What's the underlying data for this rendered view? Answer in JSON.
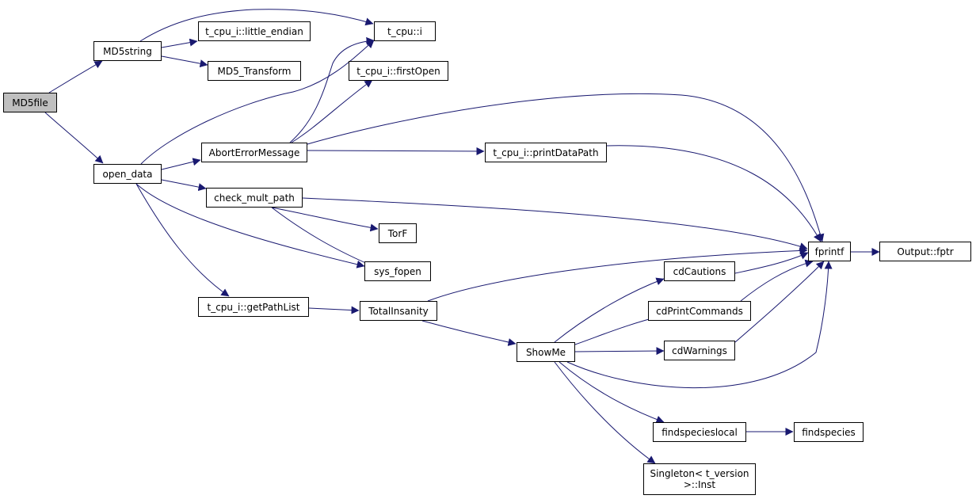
{
  "graph": {
    "nodes": [
      {
        "id": "md5file",
        "label": "MD5file",
        "root": true
      },
      {
        "id": "md5string",
        "label": "MD5string"
      },
      {
        "id": "open_data",
        "label": "open_data"
      },
      {
        "id": "little_endian",
        "label": "t_cpu_i::little_endian"
      },
      {
        "id": "md5_transform",
        "label": "MD5_Transform"
      },
      {
        "id": "t_cpu_i_i",
        "label": "t_cpu::i"
      },
      {
        "id": "firstopen",
        "label": "t_cpu_i::firstOpen"
      },
      {
        "id": "aborterror",
        "label": "AbortErrorMessage"
      },
      {
        "id": "printdatapath",
        "label": "t_cpu_i::printDataPath"
      },
      {
        "id": "check_mult_path",
        "label": "check_mult_path"
      },
      {
        "id": "torf",
        "label": "TorF"
      },
      {
        "id": "sys_fopen",
        "label": "sys_fopen"
      },
      {
        "id": "getpathlist",
        "label": "t_cpu_i::getPathList"
      },
      {
        "id": "totalinsanity",
        "label": "TotalInsanity"
      },
      {
        "id": "showme",
        "label": "ShowMe"
      },
      {
        "id": "cdcautions",
        "label": "cdCautions"
      },
      {
        "id": "cdprintcommands",
        "label": "cdPrintCommands"
      },
      {
        "id": "cdwarnings",
        "label": "cdWarnings"
      },
      {
        "id": "fprintf",
        "label": "fprintf"
      },
      {
        "id": "output_fptr",
        "label": "Output::fptr"
      },
      {
        "id": "findspecieslocal",
        "label": "findspecieslocal"
      },
      {
        "id": "findspecies",
        "label": "findspecies"
      },
      {
        "id": "singleton_inst",
        "label": "Singleton< t_version\n>::Inst"
      }
    ],
    "edges": [
      {
        "from": "md5file",
        "to": "md5string"
      },
      {
        "from": "md5file",
        "to": "open_data"
      },
      {
        "from": "md5string",
        "to": "t_cpu_i_i"
      },
      {
        "from": "md5string",
        "to": "little_endian"
      },
      {
        "from": "md5string",
        "to": "md5_transform"
      },
      {
        "from": "open_data",
        "to": "t_cpu_i_i"
      },
      {
        "from": "open_data",
        "to": "aborterror"
      },
      {
        "from": "open_data",
        "to": "check_mult_path"
      },
      {
        "from": "open_data",
        "to": "sys_fopen"
      },
      {
        "from": "open_data",
        "to": "getpathlist"
      },
      {
        "from": "aborterror",
        "to": "t_cpu_i_i"
      },
      {
        "from": "aborterror",
        "to": "firstopen"
      },
      {
        "from": "aborterror",
        "to": "printdatapath"
      },
      {
        "from": "aborterror",
        "to": "fprintf"
      },
      {
        "from": "printdatapath",
        "to": "fprintf"
      },
      {
        "from": "check_mult_path",
        "to": "torf"
      },
      {
        "from": "check_mult_path",
        "to": "sys_fopen"
      },
      {
        "from": "check_mult_path",
        "to": "fprintf"
      },
      {
        "from": "getpathlist",
        "to": "totalinsanity"
      },
      {
        "from": "totalinsanity",
        "to": "fprintf"
      },
      {
        "from": "totalinsanity",
        "to": "showme"
      },
      {
        "from": "showme",
        "to": "cdcautions"
      },
      {
        "from": "showme",
        "to": "cdprintcommands"
      },
      {
        "from": "showme",
        "to": "cdwarnings"
      },
      {
        "from": "showme",
        "to": "fprintf"
      },
      {
        "from": "showme",
        "to": "findspecieslocal"
      },
      {
        "from": "showme",
        "to": "singleton_inst"
      },
      {
        "from": "cdcautions",
        "to": "fprintf"
      },
      {
        "from": "cdprintcommands",
        "to": "fprintf"
      },
      {
        "from": "cdwarnings",
        "to": "fprintf"
      },
      {
        "from": "fprintf",
        "to": "output_fptr"
      },
      {
        "from": "findspecieslocal",
        "to": "findspecies"
      }
    ]
  },
  "colors": {
    "edge": "#191970",
    "node_border": "#000000",
    "root_fill": "#bfbfbf",
    "node_fill": "#ffffff"
  }
}
